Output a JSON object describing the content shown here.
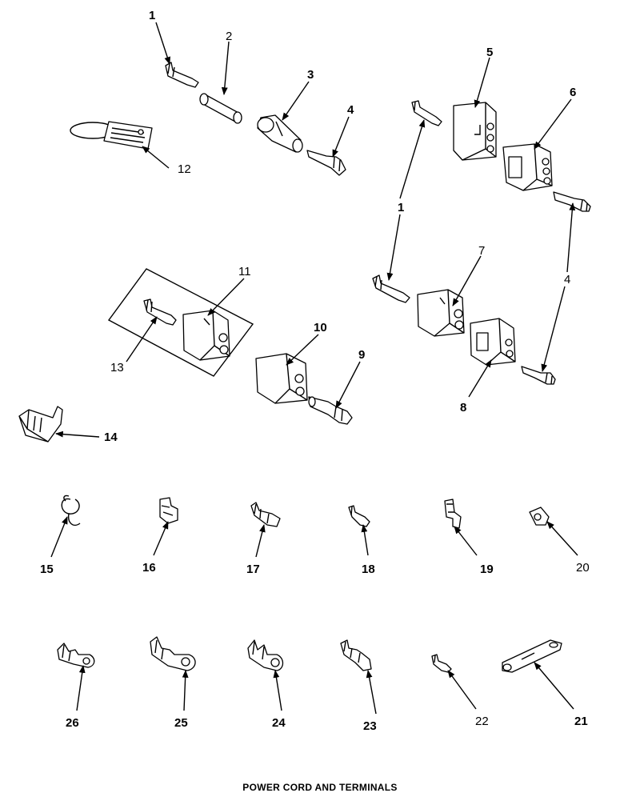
{
  "title": "POWER CORD AND TERMINALS",
  "callouts": [
    "1",
    "2",
    "3",
    "4",
    "5",
    "6",
    "1",
    "7",
    "4",
    "8",
    "9",
    "10",
    "11",
    "12",
    "13",
    "14",
    "15",
    "16",
    "17",
    "18",
    "19",
    "20",
    "21",
    "22",
    "23",
    "24",
    "25",
    "26"
  ]
}
